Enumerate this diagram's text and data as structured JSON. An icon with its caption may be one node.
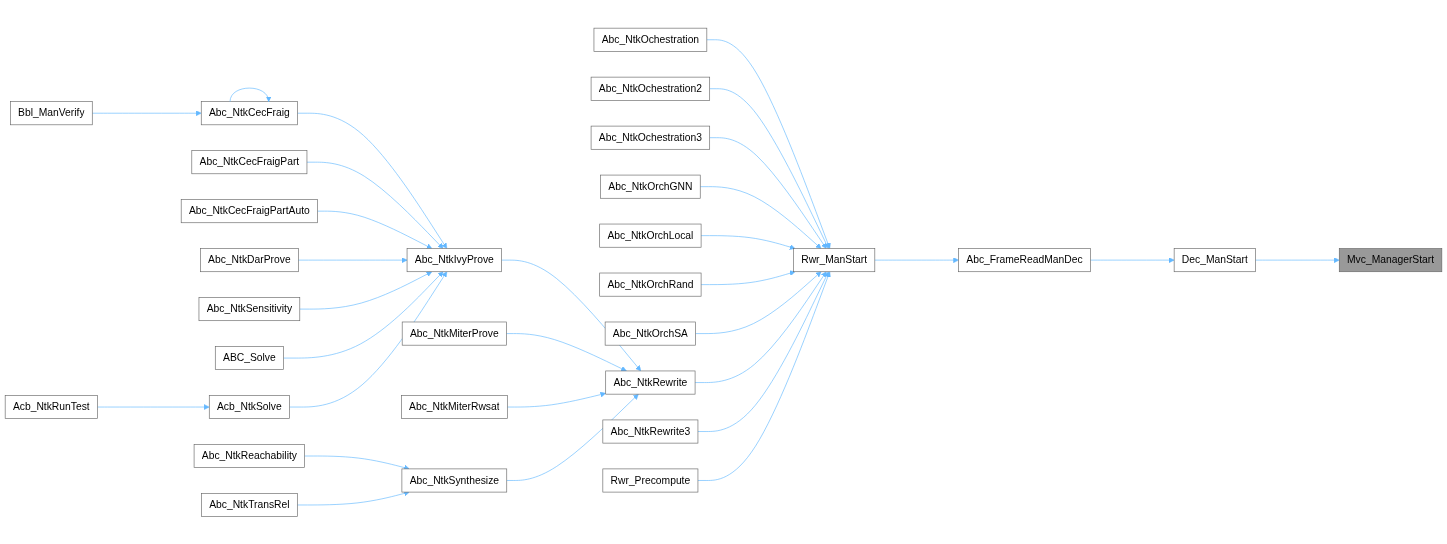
{
  "diagram": {
    "nodes": [
      {
        "text": [
          "Mvc_ManagerStart"
        ]
      },
      {
        "text": [
          "Dec_ManStart"
        ]
      },
      {
        "text": [
          "Abc_FrameReadManDec"
        ]
      },
      {
        "text": [
          "Rwr_ManStart"
        ]
      },
      {
        "text": [
          "Abc_NtkOchestration"
        ]
      },
      {
        "text": [
          "Abc_NtkOchestration2"
        ]
      },
      {
        "text": [
          "Abc_NtkOchestration3"
        ]
      },
      {
        "text": [
          "Abc_NtkOrchGNN"
        ]
      },
      {
        "text": [
          "Abc_NtkOrchLocal"
        ]
      },
      {
        "text": [
          "Abc_NtkOrchRand"
        ]
      },
      {
        "text": [
          "Abc_NtkOrchSA"
        ]
      },
      {
        "text": [
          "Abc_NtkRewrite"
        ]
      },
      {
        "text": [
          "Abc_NtkRewrite3"
        ]
      },
      {
        "text": [
          "Rwr_Precompute"
        ]
      },
      {
        "text": [
          "Abc_NtkIvyProve"
        ]
      },
      {
        "text": [
          "Abc_NtkMiterProve"
        ]
      },
      {
        "text": [
          "Abc_NtkMiterRwsat"
        ]
      },
      {
        "text": [
          "Abc_NtkSynthesize"
        ]
      },
      {
        "text": [
          "Abc_NtkCecFraig"
        ]
      },
      {
        "text": [
          "Abc_NtkCecFraigPart"
        ]
      },
      {
        "text": [
          "Abc_NtkCecFraigPartAuto"
        ]
      },
      {
        "text": [
          "Abc_NtkDarProve"
        ]
      },
      {
        "text": [
          "Abc_NtkSensitivity"
        ]
      },
      {
        "text": [
          "ABC_Solve"
        ]
      },
      {
        "text": [
          "Acb_NtkSolve"
        ]
      },
      {
        "text": [
          "Abc_NtkReachability"
        ]
      },
      {
        "text": [
          "Abc_NtkTransRel"
        ]
      },
      {
        "text": [
          "Bbl_ManVerify"
        ]
      },
      {
        "text": [
          "Acb_NtkRunTest"
        ]
      }
    ],
    "edges": [
      {
        "from": 1,
        "to": 0,
        "arrow": "to"
      },
      {
        "from": 2,
        "to": 1,
        "arrow": "to"
      },
      {
        "from": 3,
        "to": 2,
        "arrow": "to"
      },
      {
        "from": 4,
        "to": 3,
        "arrow": "to"
      },
      {
        "from": 5,
        "to": 3,
        "arrow": "to"
      },
      {
        "from": 6,
        "to": 3,
        "arrow": "to"
      },
      {
        "from": 7,
        "to": 3,
        "arrow": "to"
      },
      {
        "from": 8,
        "to": 3,
        "arrow": "to"
      },
      {
        "from": 9,
        "to": 3,
        "arrow": "to"
      },
      {
        "from": 10,
        "to": 3,
        "arrow": "to"
      },
      {
        "from": 11,
        "to": 3,
        "arrow": "to"
      },
      {
        "from": 12,
        "to": 3,
        "arrow": "to"
      },
      {
        "from": 13,
        "to": 3,
        "arrow": "to"
      },
      {
        "from": 14,
        "to": 11,
        "arrow": "to"
      },
      {
        "from": 15,
        "to": 11,
        "arrow": "to"
      },
      {
        "from": 16,
        "to": 11,
        "arrow": "to"
      },
      {
        "from": 17,
        "to": 11,
        "arrow": "to"
      },
      {
        "from": 18,
        "to": 14,
        "arrow": "to"
      },
      {
        "from": 18,
        "to": 18,
        "arrow": "to"
      },
      {
        "from": 19,
        "to": 14,
        "arrow": "to"
      },
      {
        "from": 20,
        "to": 14,
        "arrow": "to"
      },
      {
        "from": 21,
        "to": 14,
        "arrow": "to"
      },
      {
        "from": 22,
        "to": 14,
        "arrow": "to"
      },
      {
        "from": 23,
        "to": 14,
        "arrow": "to"
      },
      {
        "from": 24,
        "to": 14,
        "arrow": "to"
      },
      {
        "from": 25,
        "to": 17,
        "arrow": "to"
      },
      {
        "from": 26,
        "to": 17,
        "arrow": "to"
      },
      {
        "from": 27,
        "to": 18,
        "arrow": "to"
      },
      {
        "from": 28,
        "to": 24,
        "arrow": "to"
      }
    ]
  }
}
